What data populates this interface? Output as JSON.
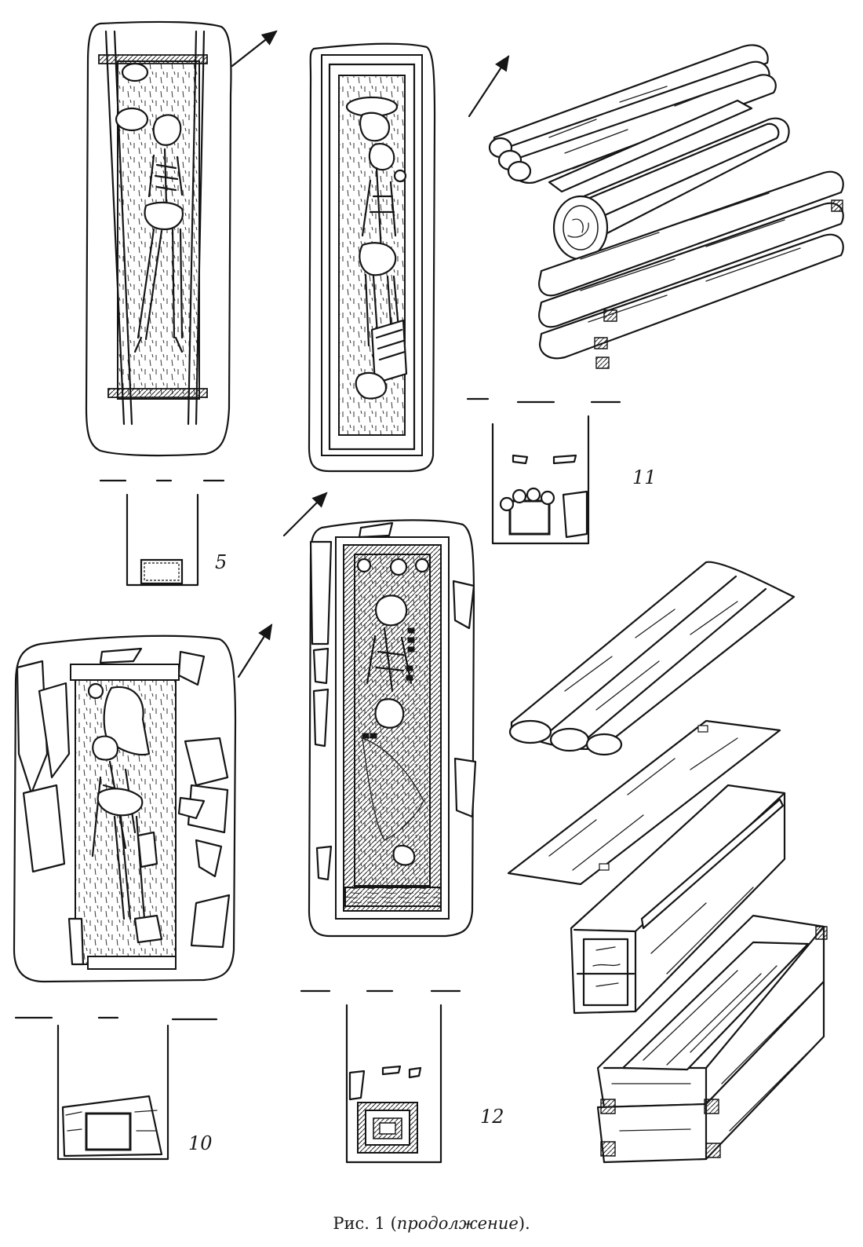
{
  "figure_labels": {
    "fig5": "5",
    "fig10": "10",
    "fig11": "11",
    "fig12": "12"
  },
  "caption": {
    "prefix": "Рис. 1 (",
    "italic": "продолжение",
    "suffix": ")."
  },
  "colors": {
    "ink": "#151515",
    "paper": "#ffffff"
  }
}
